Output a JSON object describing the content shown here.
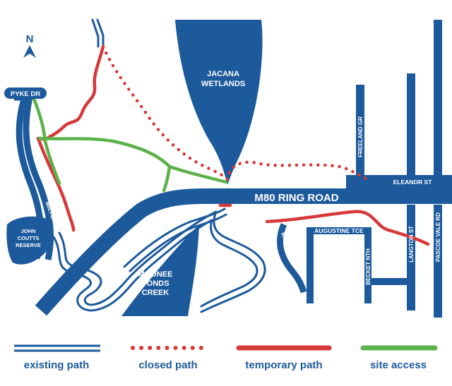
{
  "colors": {
    "road": "#1d5a9c",
    "water": "#1d5a9c",
    "closed": "#d7393a",
    "temporary": "#d7393a",
    "site": "#5cb24a",
    "label_text": "#ffffff",
    "legend_text": "#1d5a9c"
  },
  "north": {
    "label": "N",
    "icon": "north-arrow-icon"
  },
  "places": {
    "jacana": [
      "JACANA",
      "WETLANDS"
    ],
    "moonee": [
      "MOONEE",
      "PONDS",
      "CREEK"
    ],
    "coutts": [
      "JOHN",
      "COUTTS",
      "RESERVE"
    ]
  },
  "roads": {
    "ring_road": "M80 RING ROAD",
    "pyke": "PYKE DR",
    "milton": "MILTON PL",
    "freeland": "FREELAND GR",
    "eleanor": "ELEANOR ST",
    "augustine": "AUGUSTINE TCE",
    "karin": "KARIN CRES",
    "becket": "BECKET NTH",
    "langton": "LANGTON ST",
    "pascoe": "PASCOE VALE RD"
  },
  "legend": [
    {
      "label": "existing path",
      "style": "double-line"
    },
    {
      "label": "closed path",
      "style": "dotted"
    },
    {
      "label": "temporary path",
      "style": "solid-red"
    },
    {
      "label": "site access",
      "style": "solid-green"
    }
  ]
}
